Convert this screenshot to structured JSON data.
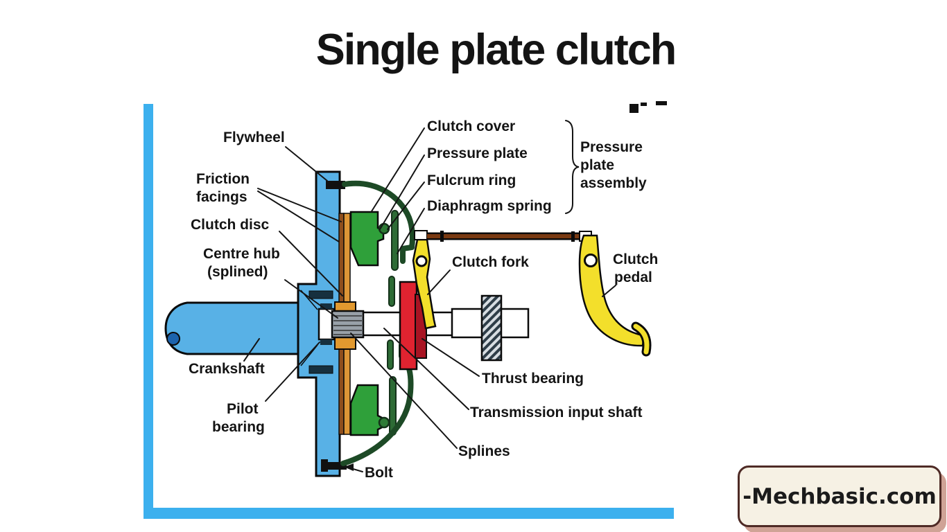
{
  "title": "Single plate clutch",
  "watermark": {
    "text": "-Mechbasic.com"
  },
  "diagram": {
    "labels": {
      "flywheel": "Flywheel",
      "friction_facings_1": "Friction",
      "friction_facings_2": "facings",
      "clutch_disc": "Clutch disc",
      "centre_hub_1": "Centre hub",
      "centre_hub_2": "(splined)",
      "crankshaft": "Crankshaft",
      "pilot_bearing_1": "Pilot",
      "pilot_bearing_2": "bearing",
      "bolt": "Bolt",
      "clutch_cover": "Clutch cover",
      "pressure_plate": "Pressure plate",
      "fulcrum_ring": "Fulcrum ring",
      "diaphragm_spring": "Diaphragm spring",
      "assembly_1": "Pressure",
      "assembly_2": "plate",
      "assembly_3": "assembly",
      "clutch_fork": "Clutch fork",
      "clutch_pedal_1": "Clutch",
      "clutch_pedal_2": "pedal",
      "thrust_bearing": "Thrust bearing",
      "transmission_input_shaft": "Transmission input shaft",
      "splines": "Splines"
    },
    "colors": {
      "frame_blue": "#3cb0ee",
      "part_blue": "#58b1e6",
      "crank_dark_blue": "#1c63ad",
      "disc_orange": "#dd9636",
      "disc_brown": "#8f4f1d",
      "plate_green": "#2fa03a",
      "cover_dark_green": "#1d4a26",
      "spring_green": "#2d6b35",
      "bearing_red": "#e02330",
      "bearing_dark_red": "#a81423",
      "fork_yellow": "#f3df2b",
      "rod_brown": "#7a3a12",
      "gear_dark": "#2e3d48",
      "badge_cream": "#f6f1e4",
      "badge_border": "#4e2a25",
      "badge_shadow": "#cfa396",
      "text_black": "#141414"
    }
  }
}
